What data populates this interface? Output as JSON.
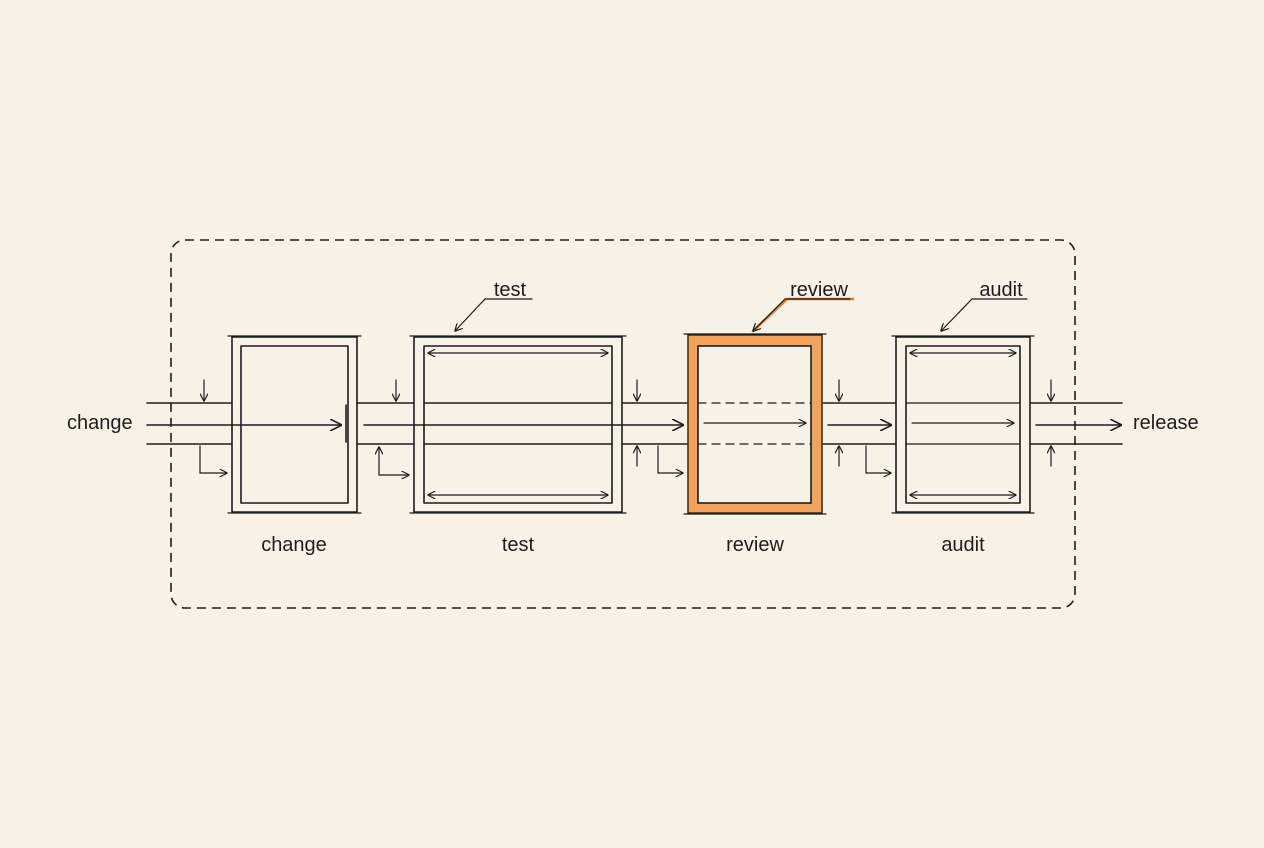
{
  "flow": {
    "input_label": "change",
    "output_label": "release"
  },
  "stages": [
    {
      "id": "change",
      "label": "change",
      "callout": "",
      "highlighted": false
    },
    {
      "id": "test",
      "label": "test",
      "callout": "test",
      "highlighted": false
    },
    {
      "id": "review",
      "label": "review",
      "callout": "review",
      "highlighted": true
    },
    {
      "id": "audit",
      "label": "audit",
      "callout": "audit",
      "highlighted": false
    }
  ],
  "colors": {
    "background": "#f6f2e8",
    "ink": "#1d1d1d",
    "highlight": "#f2a25a",
    "highlight_stroke": "#e07b2a"
  }
}
